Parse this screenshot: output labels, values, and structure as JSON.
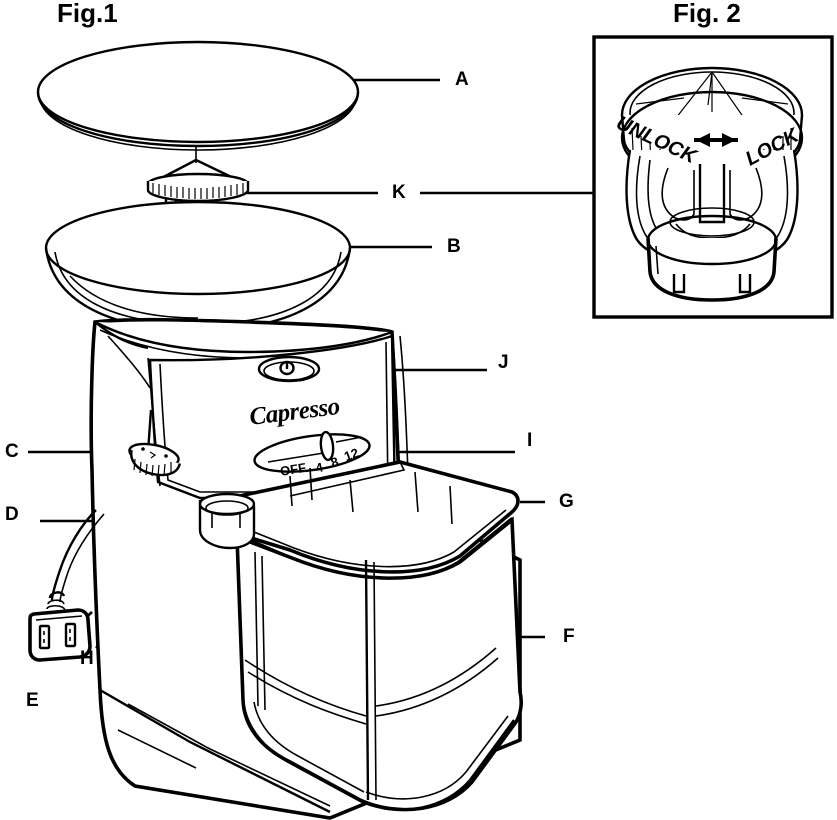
{
  "document": {
    "type": "parts-diagram",
    "subject": "Capresso burr coffee grinder",
    "brand_logo_text": "Capresso"
  },
  "figures": [
    {
      "id": "fig1",
      "title": "Fig.1"
    },
    {
      "id": "fig2",
      "title": "Fig. 2"
    }
  ],
  "callouts": [
    {
      "key": "A",
      "label": "A"
    },
    {
      "key": "B",
      "label": "B"
    },
    {
      "key": "C",
      "label": "C"
    },
    {
      "key": "D",
      "label": "D"
    },
    {
      "key": "E",
      "label": "E"
    },
    {
      "key": "F",
      "label": "F"
    },
    {
      "key": "G",
      "label": "G"
    },
    {
      "key": "H",
      "label": "H"
    },
    {
      "key": "I",
      "label": "I"
    },
    {
      "key": "J",
      "label": "J"
    },
    {
      "key": "K",
      "label": "K"
    }
  ],
  "timer_dial": {
    "scale_labels": [
      "OFF",
      "4",
      "8",
      "12"
    ]
  },
  "power_button": {
    "icon": "power-icon",
    "glyph": "Ⓘ"
  },
  "fig2_ring": {
    "left_label": "UNLOCK",
    "right_label": "LOCK",
    "arrow": "double-headed-arrow"
  },
  "colors": {
    "ink": "#000000",
    "paper": "#ffffff"
  }
}
